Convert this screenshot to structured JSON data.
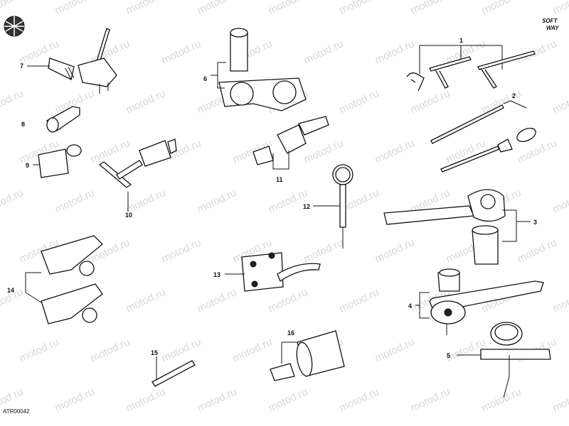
{
  "diagram": {
    "code": "ATR00042",
    "brand_line1": "SOFT",
    "brand_line2": "WAY",
    "watermark": "motod.ru",
    "labels": [
      "1",
      "2",
      "3",
      "4",
      "5",
      "6",
      "7",
      "8",
      "9",
      "10",
      "11",
      "12",
      "13",
      "14",
      "15",
      "16"
    ]
  }
}
